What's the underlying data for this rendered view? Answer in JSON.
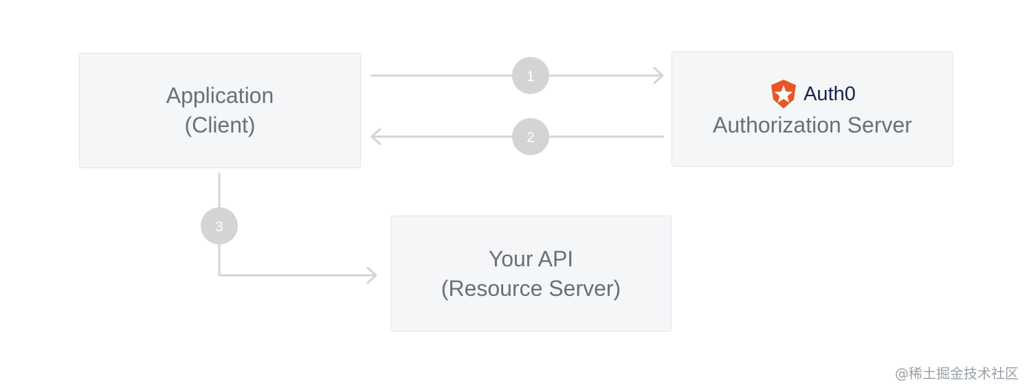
{
  "diagram": {
    "nodes": {
      "application": {
        "line1": "Application",
        "line2": "(Client)"
      },
      "auth_server": {
        "brand": "Auth0",
        "line1": "Authorization Server"
      },
      "resource_server": {
        "line1": "Your API",
        "line2": "(Resource Server)"
      }
    },
    "steps": [
      {
        "label": "1",
        "from": "Application (Client)",
        "to": "Authorization Server"
      },
      {
        "label": "2",
        "from": "Authorization Server",
        "to": "Application (Client)"
      },
      {
        "label": "3",
        "from": "Application (Client)",
        "to": "Your API (Resource Server)"
      }
    ],
    "colors": {
      "box_fill": "#f5f6f8",
      "box_border": "#e1e3e6",
      "connector": "#d3d4d6",
      "step_badge": "#d3d4d6",
      "text": "#6b6f75",
      "brand_text": "#16214d",
      "logo": "#eb5424"
    },
    "logo_icon": "auth0-shield-icon"
  },
  "watermark": "@稀土掘金技术社区"
}
